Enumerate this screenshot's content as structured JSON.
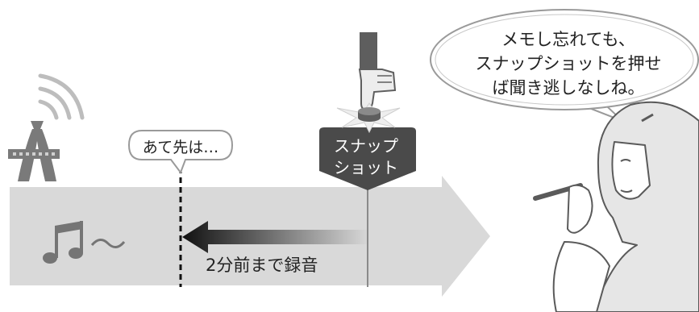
{
  "speech_bubble": {
    "lines": [
      "メモし忘れても、",
      "スナップショットを押せ",
      "ば聞き逃しなしね。"
    ]
  },
  "small_bubble": {
    "text": "あて先は…"
  },
  "snapshot_label": {
    "lines": [
      "スナップ",
      "ショット"
    ]
  },
  "rewind_label": {
    "text": "2分前まで録音"
  },
  "icons": [
    "broadcast-tower-icon",
    "radio-waves-icon",
    "music-note-icon",
    "pointing-hand-icon",
    "snapshot-button-icon",
    "woman-illustration"
  ],
  "colors": {
    "band": "#d9d9d9",
    "text": "#222222",
    "label_bg": "#4a4a4a",
    "outline": "#9a9a9a"
  }
}
